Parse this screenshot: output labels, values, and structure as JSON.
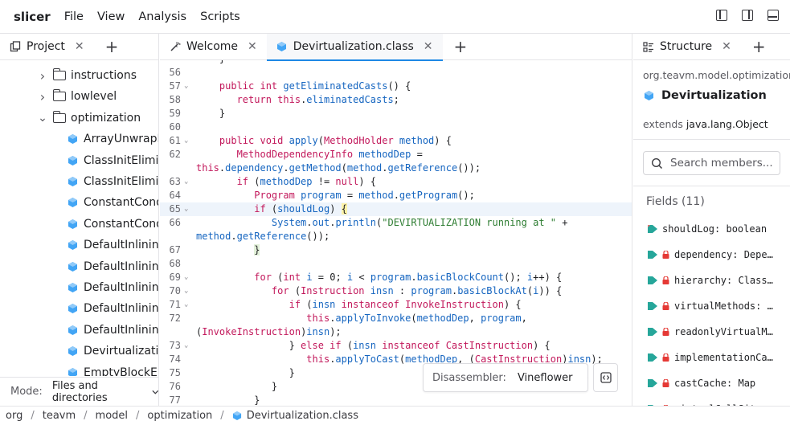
{
  "app": {
    "name": "slicer"
  },
  "menu": [
    "File",
    "View",
    "Analysis",
    "Scripts"
  ],
  "project": {
    "tab_label": "Project",
    "tree": [
      {
        "label": "instructions",
        "kind": "folder",
        "expanded": false
      },
      {
        "label": "lowlevel",
        "kind": "folder",
        "expanded": false
      },
      {
        "label": "optimization",
        "kind": "folder",
        "expanded": true
      },
      {
        "label": "ArrayUnwrapM",
        "kind": "class"
      },
      {
        "label": "ClassInitElimir",
        "kind": "class"
      },
      {
        "label": "ClassInitElimir",
        "kind": "class"
      },
      {
        "label": "ConstantCond",
        "kind": "class"
      },
      {
        "label": "ConstantCond",
        "kind": "class"
      },
      {
        "label": "DefaultInlining",
        "kind": "class"
      },
      {
        "label": "DefaultInlining",
        "kind": "class"
      },
      {
        "label": "DefaultInlining",
        "kind": "class"
      },
      {
        "label": "DefaultInlining",
        "kind": "class"
      },
      {
        "label": "DefaultInlining",
        "kind": "class"
      },
      {
        "label": "Devirtualizatio",
        "kind": "class"
      },
      {
        "label": "EmptyBlockEli",
        "kind": "class"
      }
    ],
    "mode_label": "Mode:",
    "mode_value": "Files and directories"
  },
  "editor": {
    "tabs": [
      {
        "label": "Welcome",
        "active": false
      },
      {
        "label": "Devirtualization.class",
        "active": true
      }
    ],
    "lines": [
      {
        "n": "",
        "fold": false,
        "html": "    }"
      },
      {
        "n": "56",
        "fold": false,
        "html": ""
      },
      {
        "n": "57",
        "fold": true,
        "html": "    <span class=\"kw\">public int</span> <span class=\"fn\">getEliminatedCasts</span>() {"
      },
      {
        "n": "58",
        "fold": false,
        "html": "       <span class=\"kw\">return this</span>.<span class=\"fn\">eliminatedCasts</span>;"
      },
      {
        "n": "59",
        "fold": false,
        "html": "    }"
      },
      {
        "n": "60",
        "fold": false,
        "html": ""
      },
      {
        "n": "61",
        "fold": true,
        "html": "    <span class=\"kw\">public void</span> <span class=\"fn\">apply</span>(<span class=\"ty\">MethodHolder</span> <span class=\"fn\">method</span>) {"
      },
      {
        "n": "62",
        "fold": false,
        "html": "       <span class=\"ty\">MethodDependencyInfo</span> <span class=\"fn\">methodDep</span> ="
      },
      {
        "n": "",
        "fold": false,
        "wrap": true,
        "html": "<span class=\"kw\">this</span>.<span class=\"fn\">dependency</span>.<span class=\"fn\">getMethod</span>(<span class=\"fn\">method</span>.<span class=\"fn\">getReference</span>());"
      },
      {
        "n": "63",
        "fold": true,
        "html": "       <span class=\"kw\">if</span> (<span class=\"fn\">methodDep</span> != <span class=\"kw\">null</span>) {"
      },
      {
        "n": "64",
        "fold": false,
        "html": "          <span class=\"ty\">Program</span> <span class=\"fn\">program</span> = <span class=\"fn\">method</span>.<span class=\"fn\">getProgram</span>();"
      },
      {
        "n": "65",
        "fold": true,
        "hl": true,
        "html": "          <span class=\"kw\">if</span> (<span class=\"fn\">shouldLog</span>) <span style=\"background:#fff3a8\">{</span>"
      },
      {
        "n": "66",
        "fold": false,
        "html": "             <span class=\"fn\">System</span>.<span class=\"fn\">out</span>.<span class=\"fn\">println</span>(<span class=\"str\">\"DEVIRTUALIZATION running at \"</span> +"
      },
      {
        "n": "",
        "fold": false,
        "wrap": true,
        "html": "<span class=\"fn\">method</span>.<span class=\"fn\">getReference</span>());"
      },
      {
        "n": "67",
        "fold": false,
        "html": "          <span style=\"background:#e2f0d9\">}</span>"
      },
      {
        "n": "68",
        "fold": false,
        "html": ""
      },
      {
        "n": "69",
        "fold": true,
        "html": "          <span class=\"kw\">for</span> (<span class=\"kw\">int</span> <span class=\"fn\">i</span> = 0; <span class=\"fn\">i</span> &lt; <span class=\"fn\">program</span>.<span class=\"fn\">basicBlockCount</span>(); <span class=\"fn\">i</span>++) {"
      },
      {
        "n": "70",
        "fold": true,
        "html": "             <span class=\"kw\">for</span> (<span class=\"ty\">Instruction</span> <span class=\"fn\">insn</span> : <span class=\"fn\">program</span>.<span class=\"fn\">basicBlockAt</span>(<span class=\"fn\">i</span>)) {"
      },
      {
        "n": "71",
        "fold": true,
        "html": "                <span class=\"kw\">if</span> (<span class=\"fn\">insn</span> <span class=\"kw\">instanceof</span> <span class=\"ty\">InvokeInstruction</span>) {"
      },
      {
        "n": "72",
        "fold": false,
        "html": "                   <span class=\"kw\">this</span>.<span class=\"fn\">applyToInvoke</span>(<span class=\"fn\">methodDep</span>, <span class=\"fn\">program</span>,"
      },
      {
        "n": "",
        "fold": false,
        "wrap": true,
        "html": "(<span class=\"ty\">InvokeInstruction</span>)<span class=\"fn\">insn</span>);"
      },
      {
        "n": "73",
        "fold": true,
        "html": "                } <span class=\"kw\">else if</span> (<span class=\"fn\">insn</span> <span class=\"kw\">instanceof</span> <span class=\"ty\">CastInstruction</span>) {"
      },
      {
        "n": "74",
        "fold": false,
        "html": "                   <span class=\"kw\">this</span>.<span class=\"fn\">applyToCast</span>(<span class=\"fn\">methodDep</span>, (<span class=\"ty\">CastInstruction</span>)<span class=\"fn\">insn</span>);"
      },
      {
        "n": "75",
        "fold": false,
        "html": "                }"
      },
      {
        "n": "76",
        "fold": false,
        "html": "             }"
      },
      {
        "n": "77",
        "fold": false,
        "html": "          }"
      },
      {
        "n": "78",
        "fold": false,
        "html": ""
      }
    ],
    "disassembler_label": "Disassembler:",
    "disassembler_value": "Vineflower"
  },
  "structure": {
    "tab_label": "Structure",
    "package": "org.teavm.model.optimization",
    "class_name": "Devirtualization",
    "extends_label": "extends",
    "extends_value": "java.lang.Object",
    "search_placeholder": "Search members...",
    "fields_heading": "Fields (11)",
    "fields": [
      {
        "label": "shouldLog: boolean",
        "static": true,
        "private": false
      },
      {
        "label": "dependency: Depe…",
        "static": false,
        "private": true
      },
      {
        "label": "hierarchy: Class…",
        "static": false,
        "private": true
      },
      {
        "label": "virtualMethods: …",
        "static": false,
        "private": true
      },
      {
        "label": "readonlyVirtualM…",
        "static": false,
        "private": true
      },
      {
        "label": "implementationCa…",
        "static": false,
        "private": true
      },
      {
        "label": "castCache: Map",
        "static": false,
        "private": true
      },
      {
        "label": "virtualCallSit…",
        "static": false,
        "private": true
      }
    ]
  },
  "breadcrumb": [
    "org",
    "teavm",
    "model",
    "optimization",
    "Devirtualization.class"
  ]
}
